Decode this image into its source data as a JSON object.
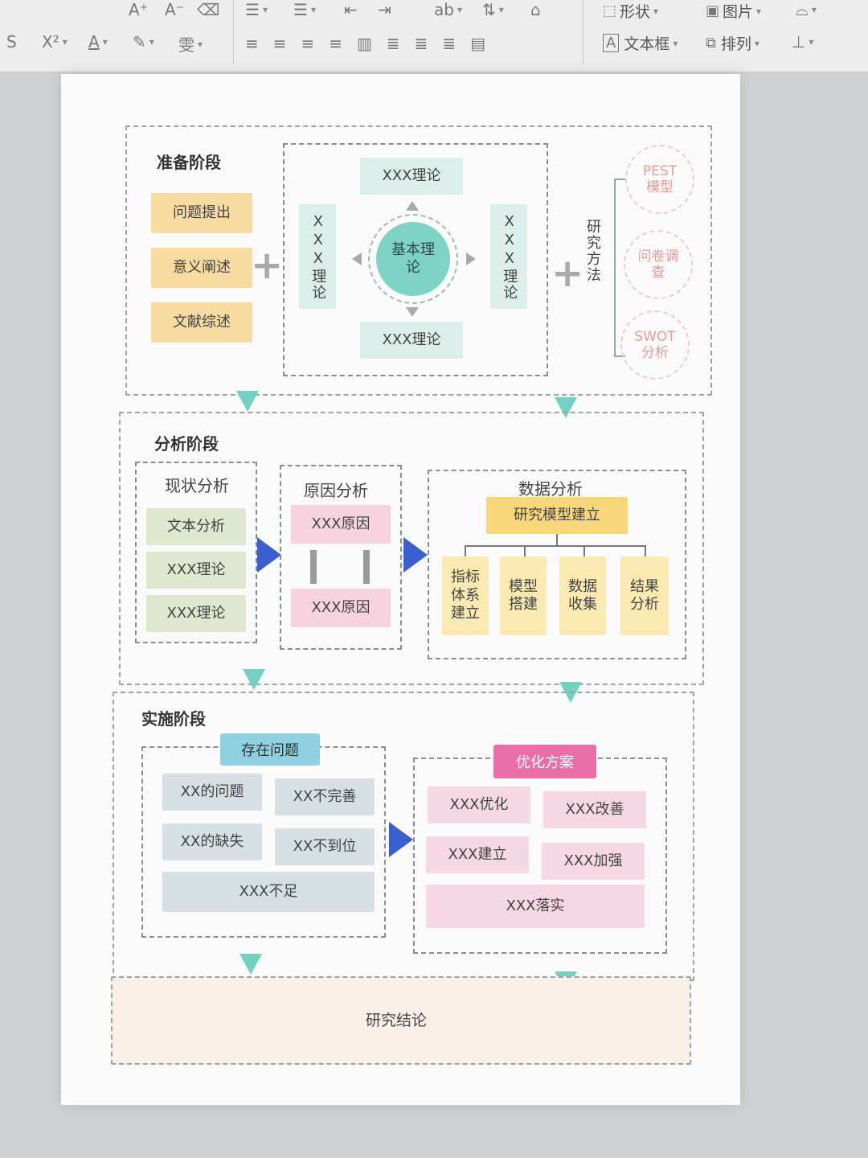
{
  "toolbar": {
    "row1": [
      "A⁺",
      "A⁻",
      "⌫",
      "☰",
      "☰",
      "⇤",
      "⇥",
      "ab",
      "⇅",
      "⌂"
    ],
    "row2": [
      "S",
      "X²",
      "A",
      "✎",
      "雯"
    ],
    "shape_label": "形状",
    "picture_label": "图片",
    "textbox_label": "文本框",
    "arrange_label": "排列"
  },
  "prep": {
    "title": "准备阶段",
    "items": [
      "问题提出",
      "意义阐述",
      "文献综述"
    ],
    "theory_top": "XXX理论",
    "theory_bottom": "XXX理论",
    "theory_left": "XXX理论",
    "theory_right": "XXX理论",
    "core": "基本理论",
    "method_label": "研究方法",
    "methods": [
      "PEST模型",
      "问卷调查",
      "SWOT分析"
    ]
  },
  "analysis": {
    "title": "分析阶段",
    "status": {
      "title": "现状分析",
      "items": [
        "文本分析",
        "XXX理论",
        "XXX理论"
      ]
    },
    "cause": {
      "title": "原因分析",
      "items": [
        "XXX原因",
        "XXX原因"
      ]
    },
    "data": {
      "title": "数据分析",
      "model": "研究模型建立",
      "items": [
        "指标体系建立",
        "模型搭建",
        "数据收集",
        "结果分析"
      ]
    }
  },
  "impl": {
    "title": "实施阶段",
    "problems": {
      "tag": "存在问题",
      "items": [
        "XX的问题",
        "XX不完善",
        "XX的缺失",
        "XX不到位",
        "XXX不足"
      ]
    },
    "solutions": {
      "tag": "优化方案",
      "items": [
        "XXX优化",
        "XXX改善",
        "XXX建立",
        "XXX加强",
        "XXX落实"
      ]
    }
  },
  "conclusion": "研究结论",
  "colors": {
    "accent_teal": "#73cfc0",
    "arrow_blue": "#3b5fcf",
    "tag_pink": "#ea6fa9",
    "tag_blue": "#8fd1e0"
  }
}
